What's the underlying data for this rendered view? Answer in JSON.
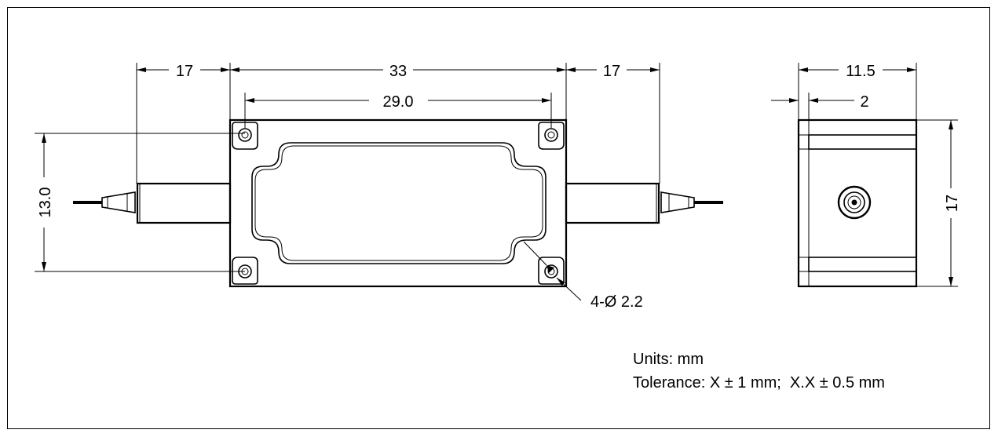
{
  "dimensions": {
    "left_pigtail": "17",
    "body_length": "33",
    "right_pigtail": "17",
    "hole_spacing": "29.0",
    "height": "13.0",
    "side_width": "11.5",
    "side_offset": "2",
    "side_height": "17",
    "holes": "4-Ø  2.2"
  },
  "notes": {
    "units": "Units: mm",
    "tolerance": "Tolerance: X ± 1 mm;  X.X ± 0.5 mm"
  }
}
